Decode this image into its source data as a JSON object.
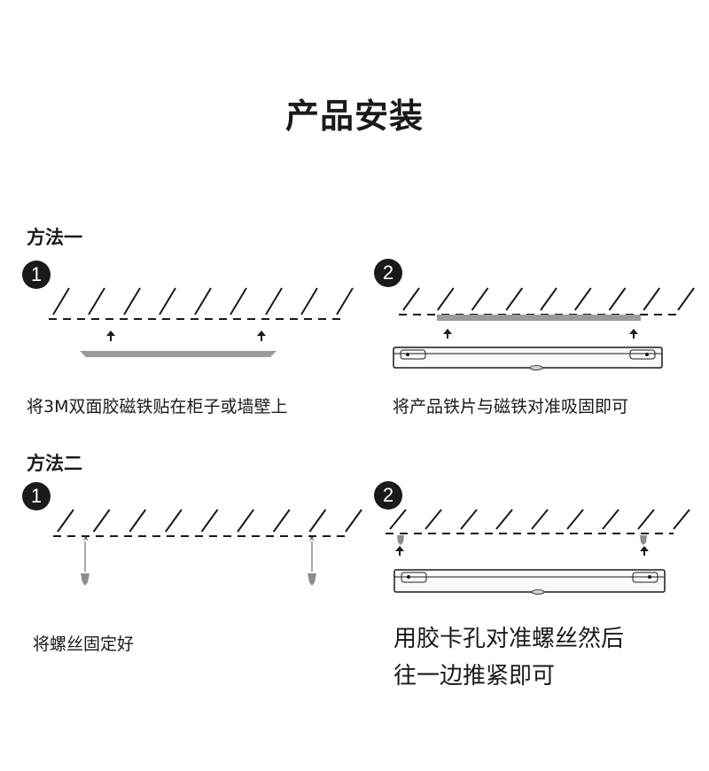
{
  "title": "产品安装",
  "methods": [
    {
      "heading": "方法一",
      "steps": [
        {
          "number": "1",
          "caption": "将3M双面胶磁铁贴在柜子或墙壁上"
        },
        {
          "number": "2",
          "caption": "将产品铁片与磁铁对准吸固即可"
        }
      ]
    },
    {
      "heading": "方法二",
      "steps": [
        {
          "number": "1",
          "caption": "将螺丝固定好"
        },
        {
          "number": "2",
          "caption_lines": [
            "用胶卡孔对准螺丝然后",
            "往一边推紧即可"
          ]
        }
      ]
    }
  ],
  "colors": {
    "ink": "#1a1a1a",
    "magnet_strip": "#9a9a9a",
    "screw": "#8c8c8c"
  },
  "icons": [
    "wall-hatch-icon",
    "arrow-up-icon",
    "magnet-strip-icon",
    "light-bar-icon",
    "screw-icon"
  ]
}
